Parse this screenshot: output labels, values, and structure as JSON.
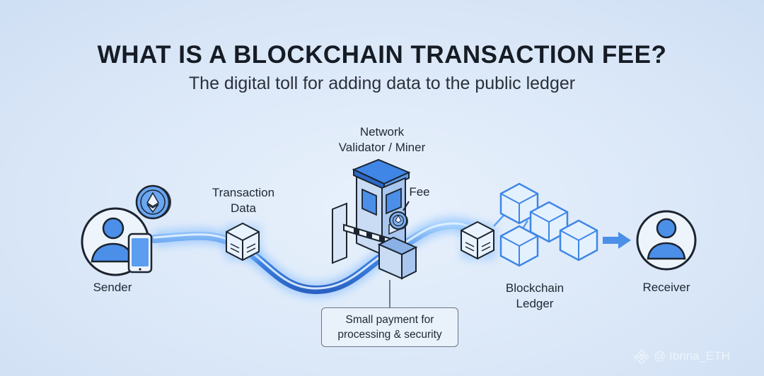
{
  "title": "WHAT IS A BLOCKCHAIN TRANSACTION FEE?",
  "subtitle": "The digital toll for adding data to the public ledger",
  "labels": {
    "network_line1": "Network",
    "network_line2": "Validator / Miner",
    "tx_line1": "Transaction",
    "tx_line2": "Data",
    "fee": "Fee",
    "sender": "Sender",
    "ledger_line1": "Blockchain",
    "ledger_line2": "Ledger",
    "receiver": "Receiver"
  },
  "note": {
    "line1": "Small payment for",
    "line2": "processing & security"
  },
  "watermark": "@ Ibrina_ETH",
  "colors": {
    "accent": "#3f86e6",
    "glow": "#8cc2ff",
    "ink": "#1c2430",
    "block_fill": "#e8f3ff",
    "booth": "#8ab0e6"
  },
  "icons": [
    "sender-avatar-icon",
    "phone-icon",
    "ethereum-coin-icon",
    "data-block-icon",
    "toll-booth-icon",
    "fee-coin-icon",
    "ledger-block-icon",
    "arrow-right-icon",
    "receiver-avatar-icon",
    "binance-logo-icon"
  ]
}
